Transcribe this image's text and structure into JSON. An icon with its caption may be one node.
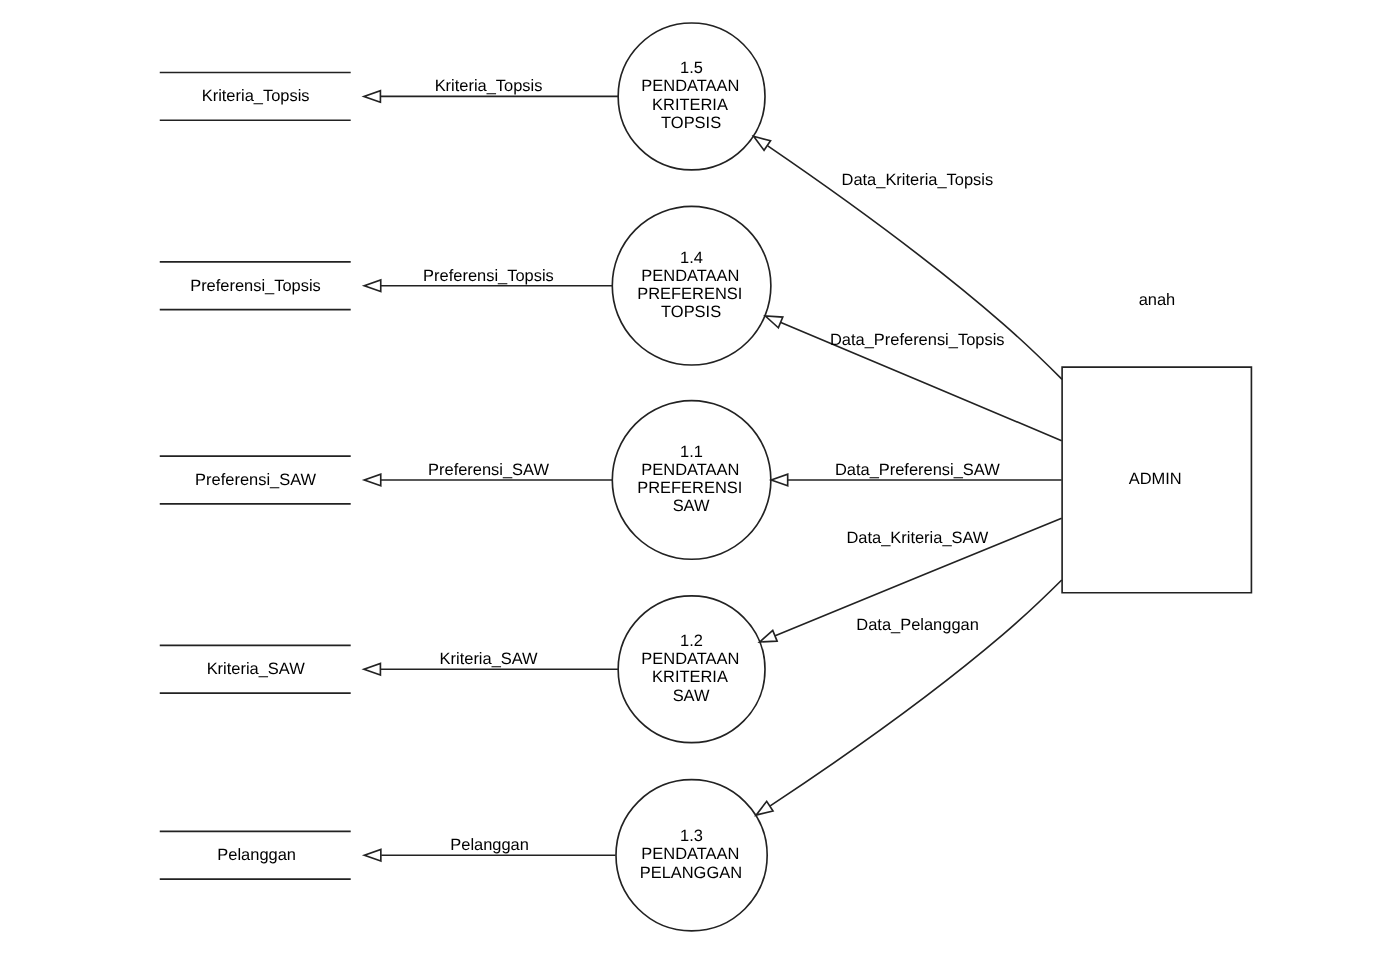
{
  "diagram": {
    "nodes": [
      {
        "text": [
          "Kriteria_Topsis"
        ]
      },
      {
        "text": [
          "1.5",
          "PENDATAAN KRITERIA TOPSIS"
        ]
      },
      {
        "text": [
          "Preferensi_Topsis"
        ]
      },
      {
        "text": [
          "1.4",
          "PENDATAAN PREFERENSI TOPSIS"
        ]
      },
      {
        "text": [
          "Preferensi_SAW"
        ]
      },
      {
        "text": [
          "1.1",
          "PENDATAAN PREFERENSI SAW"
        ]
      },
      {
        "text": [
          "Kriteria_SAW"
        ]
      },
      {
        "text": [
          "1.2",
          "PENDATAAN KRITERIA SAW"
        ]
      },
      {
        "text": [
          "Pelanggan"
        ]
      },
      {
        "text": [
          "1.3",
          "PENDATAAN PELANGGAN"
        ]
      },
      {
        "text": [
          "ADMIN"
        ]
      }
    ],
    "edges": [
      {
        "from": 1,
        "to": 0,
        "arrow": "to",
        "label": "Kriteria_Topsis"
      },
      {
        "from": 10,
        "to": 1,
        "arrow": "to",
        "label": "Data_Kriteria_Topsis"
      },
      {
        "from": 3,
        "to": 2,
        "arrow": "to",
        "label": "Preferensi_Topsis"
      },
      {
        "from": 10,
        "to": 3,
        "arrow": "to",
        "label": "Data_Preferensi_Topsis"
      },
      {
        "from": 5,
        "to": 4,
        "arrow": "to",
        "label": "Preferensi_SAW"
      },
      {
        "from": 10,
        "to": 5,
        "arrow": "to",
        "label": "Data_Preferensi_SAW"
      },
      {
        "from": 7,
        "to": 6,
        "arrow": "to",
        "label": "Kriteria_SAW"
      },
      {
        "from": 10,
        "to": 7,
        "arrow": "to",
        "label": "Data_Kriteria_SAW"
      },
      {
        "from": 9,
        "to": 8,
        "arrow": "to",
        "label": "Pelanggan"
      },
      {
        "from": 10,
        "to": 9,
        "arrow": "to",
        "label": "Data_Pelanggan"
      }
    ],
    "labels": [
      "anah"
    ]
  }
}
